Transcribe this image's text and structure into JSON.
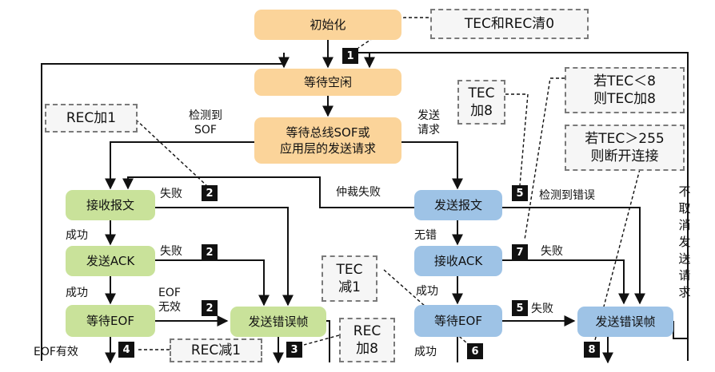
{
  "nodes": {
    "init": "初始化",
    "idle": "等待空闲",
    "wait_sof": "等待总线SOF或\n应用层的发送请求",
    "rx_msg": "接收报文",
    "send_ack": "发送ACK",
    "wait_eof_rx": "等待EOF",
    "send_err_rx": "发送错误帧",
    "tx_msg": "发送报文",
    "rx_ack": "接收ACK",
    "wait_eof_tx": "等待EOF",
    "send_err_tx": "发送错误帧"
  },
  "notes": {
    "tec_rec_clear": "TEC和REC清0",
    "rec_inc1": "REC加1",
    "tec_inc8": "TEC\n加8",
    "if_tec_lt8": "若TEC＜8\n则TEC加8",
    "if_tec_gt255": "若TEC＞255\n则断开连接",
    "tec_dec1": "TEC\n减1",
    "rec_dec1": "REC减1",
    "rec_inc8": "REC\n加8"
  },
  "labels": {
    "detect_sof": "检测到\nSOF",
    "send_request": "发送\n请求",
    "fail_rx_msg": "失败",
    "arbitration_fail": "仲裁失败",
    "detect_error": "检测到错误",
    "success_1": "成功",
    "fail_ack": "失败",
    "no_error": "无错",
    "fail_rx_ack": "失败",
    "success_2": "成功",
    "eof_invalid": "EOF\n无效",
    "fail_eof_tx": "失败",
    "eof_valid": "EOF有效",
    "success_3": "成功",
    "not_cancel_request": "不取消发送请求"
  },
  "badges": [
    "1",
    "2",
    "2",
    "2",
    "3",
    "4",
    "5",
    "5",
    "6",
    "7",
    "8"
  ],
  "colors": {
    "state_init": "#fbd49a",
    "state_receive": "#c9e29a",
    "state_transmit": "#9ec3e6",
    "note_border": "#7a7a7a"
  }
}
